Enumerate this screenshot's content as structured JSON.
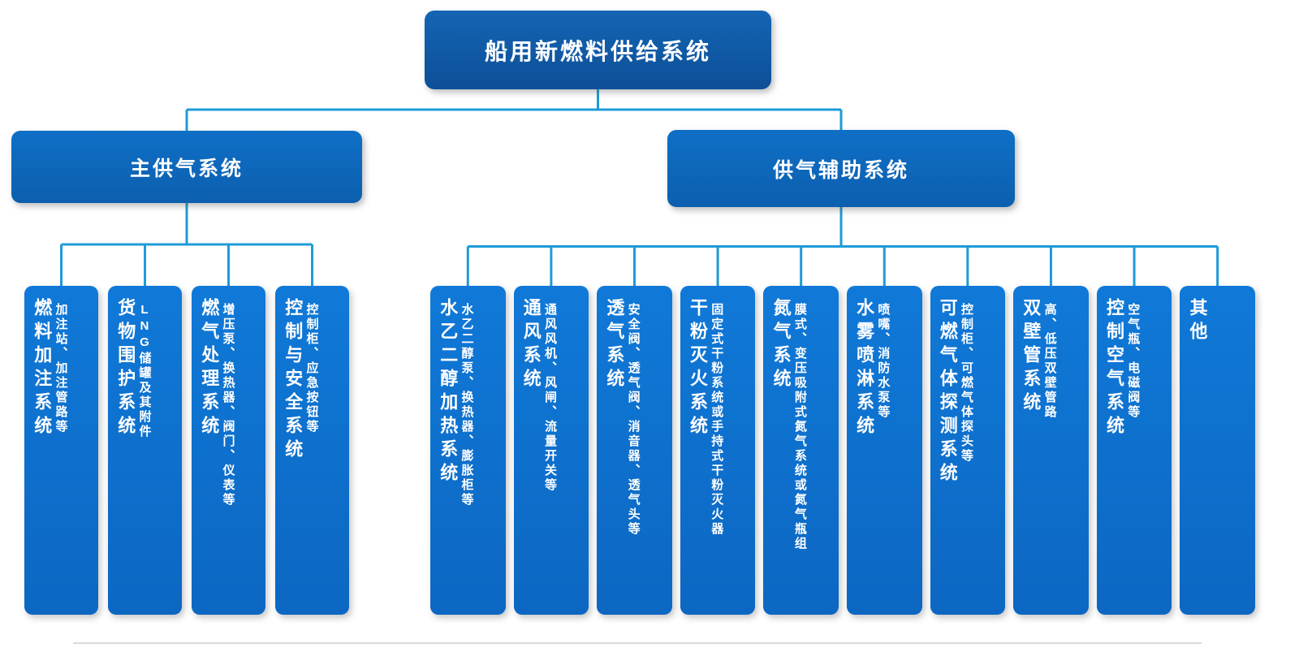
{
  "root": {
    "label": "船用新燃料供给系统"
  },
  "branches": [
    {
      "id": "main",
      "label": "主供气系统",
      "children": [
        {
          "title": "燃料加注系统",
          "detail": "加注站、加注管路等"
        },
        {
          "title": "货物围护系统",
          "detail": "LNG储罐及其附件"
        },
        {
          "title": "燃气处理系统",
          "detail": "增压泵、换热器、阀门、仪表等"
        },
        {
          "title": "控制与安全系统",
          "detail": "控制柜、应急按钮等"
        }
      ]
    },
    {
      "id": "aux",
      "label": "供气辅助系统",
      "children": [
        {
          "title": "水乙二醇加热系统",
          "detail": "水乙二醇泵、换热器、膨胀柜等"
        },
        {
          "title": "通风系统",
          "detail": "通风风机、风闸、流量开关等"
        },
        {
          "title": "透气系统",
          "detail": "安全阀、透气阀、消音器、透气头等"
        },
        {
          "title": "干粉灭火系统",
          "detail": "固定式干粉系统或手持式干粉灭火器"
        },
        {
          "title": "氮气系统",
          "detail": "膜式、变压吸附式氮气系统或氮气瓶组"
        },
        {
          "title": "水雾喷淋系统",
          "detail": "喷嘴、消防水泵等"
        },
        {
          "title": "可燃气体探测系统",
          "detail": "控制柜、可燃气体探头等"
        },
        {
          "title": "双壁管系统",
          "detail": "高、低压双壁管路"
        },
        {
          "title": "控制空气系统",
          "detail": "空气瓶、电磁阀等"
        },
        {
          "title": "其他",
          "detail": ""
        }
      ]
    }
  ],
  "colors": {
    "root_box": "#0f5aa6",
    "branch_box": "#0d68ba",
    "leaf_box": "#0e74d4",
    "line": "#1e9bd7",
    "text": "#ffffff"
  }
}
